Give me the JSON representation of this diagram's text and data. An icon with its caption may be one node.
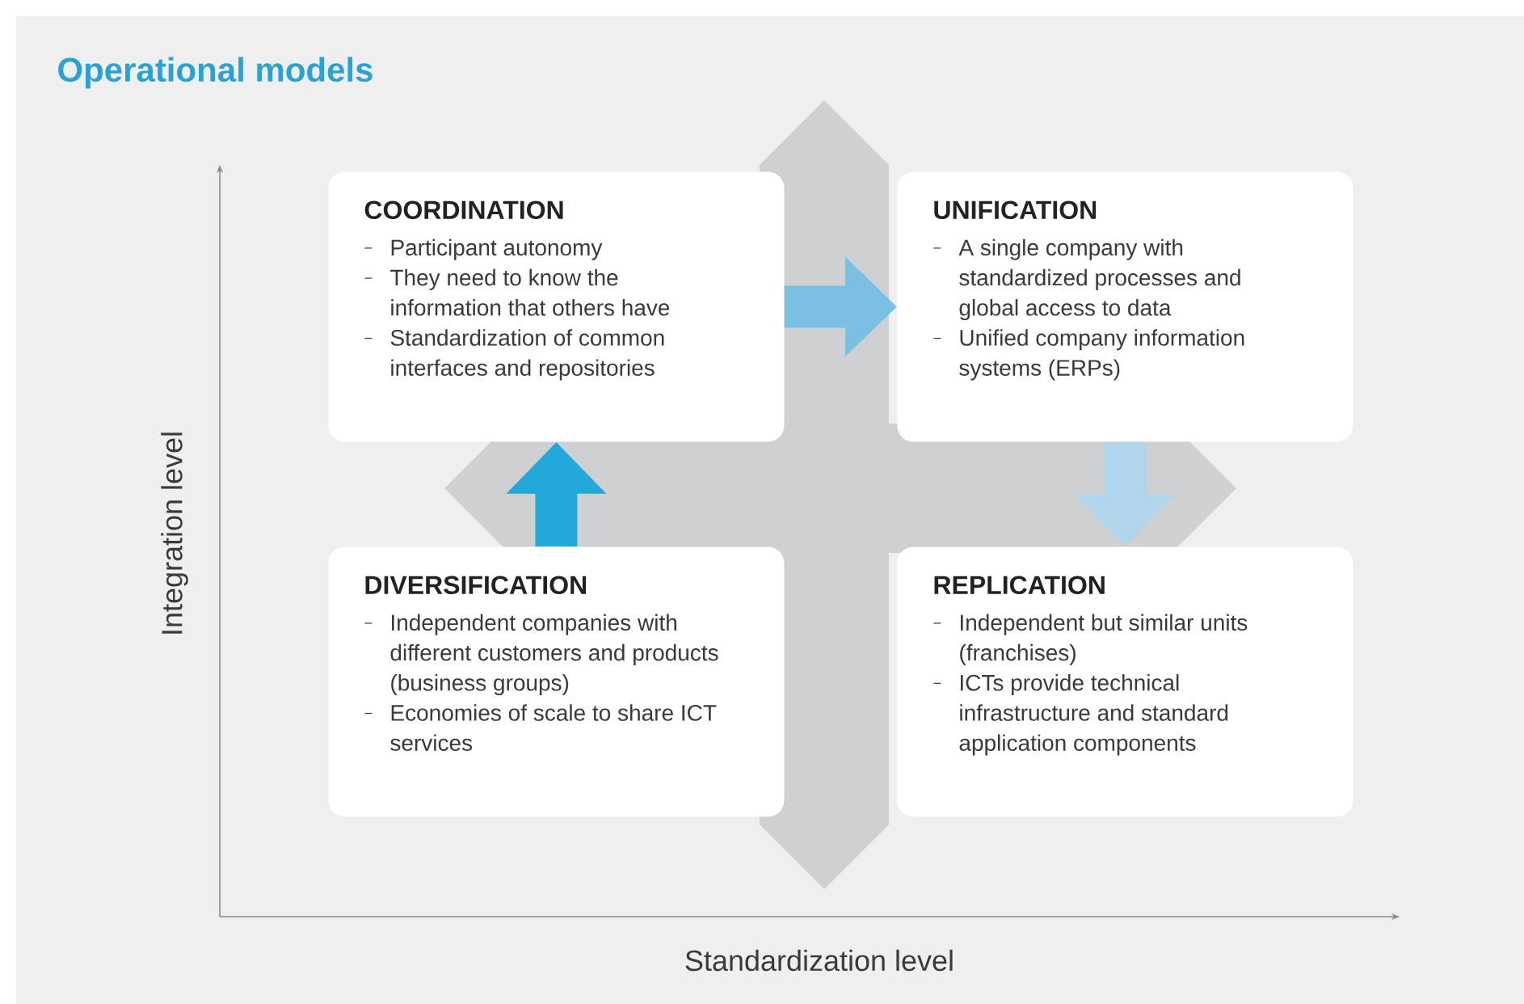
{
  "diagram": {
    "title": "Operational models",
    "nodes": [
      {
        "text": [
          "COORDINATION",
          "Participant autonomy",
          "They need to know the information that others have",
          "Standardization of common interfaces and repositories"
        ]
      },
      {
        "text": [
          "UNIFICATION",
          "A single company with standardized processes and global access to data",
          "Unified company information systems (ERPs)"
        ]
      },
      {
        "text": [
          "DIVERSIFICATION",
          "Independent companies with different customers and products (business groups)",
          "Economies of scale to share ICT services"
        ]
      },
      {
        "text": [
          "REPLICATION",
          "Independent but similar units (franchises)",
          "ICTs provide technical infrastructure and standard application components"
        ]
      }
    ],
    "edges": [
      {
        "from": 2,
        "to": 0,
        "arrow": "to",
        "color": "#22a9d9"
      },
      {
        "from": 0,
        "to": 1,
        "arrow": "to",
        "color": "#7bc0e3"
      },
      {
        "from": 1,
        "to": 3,
        "arrow": "to",
        "color": "#b1d6ec"
      }
    ],
    "labels": [
      "Integration level",
      "Standardization level"
    ]
  }
}
